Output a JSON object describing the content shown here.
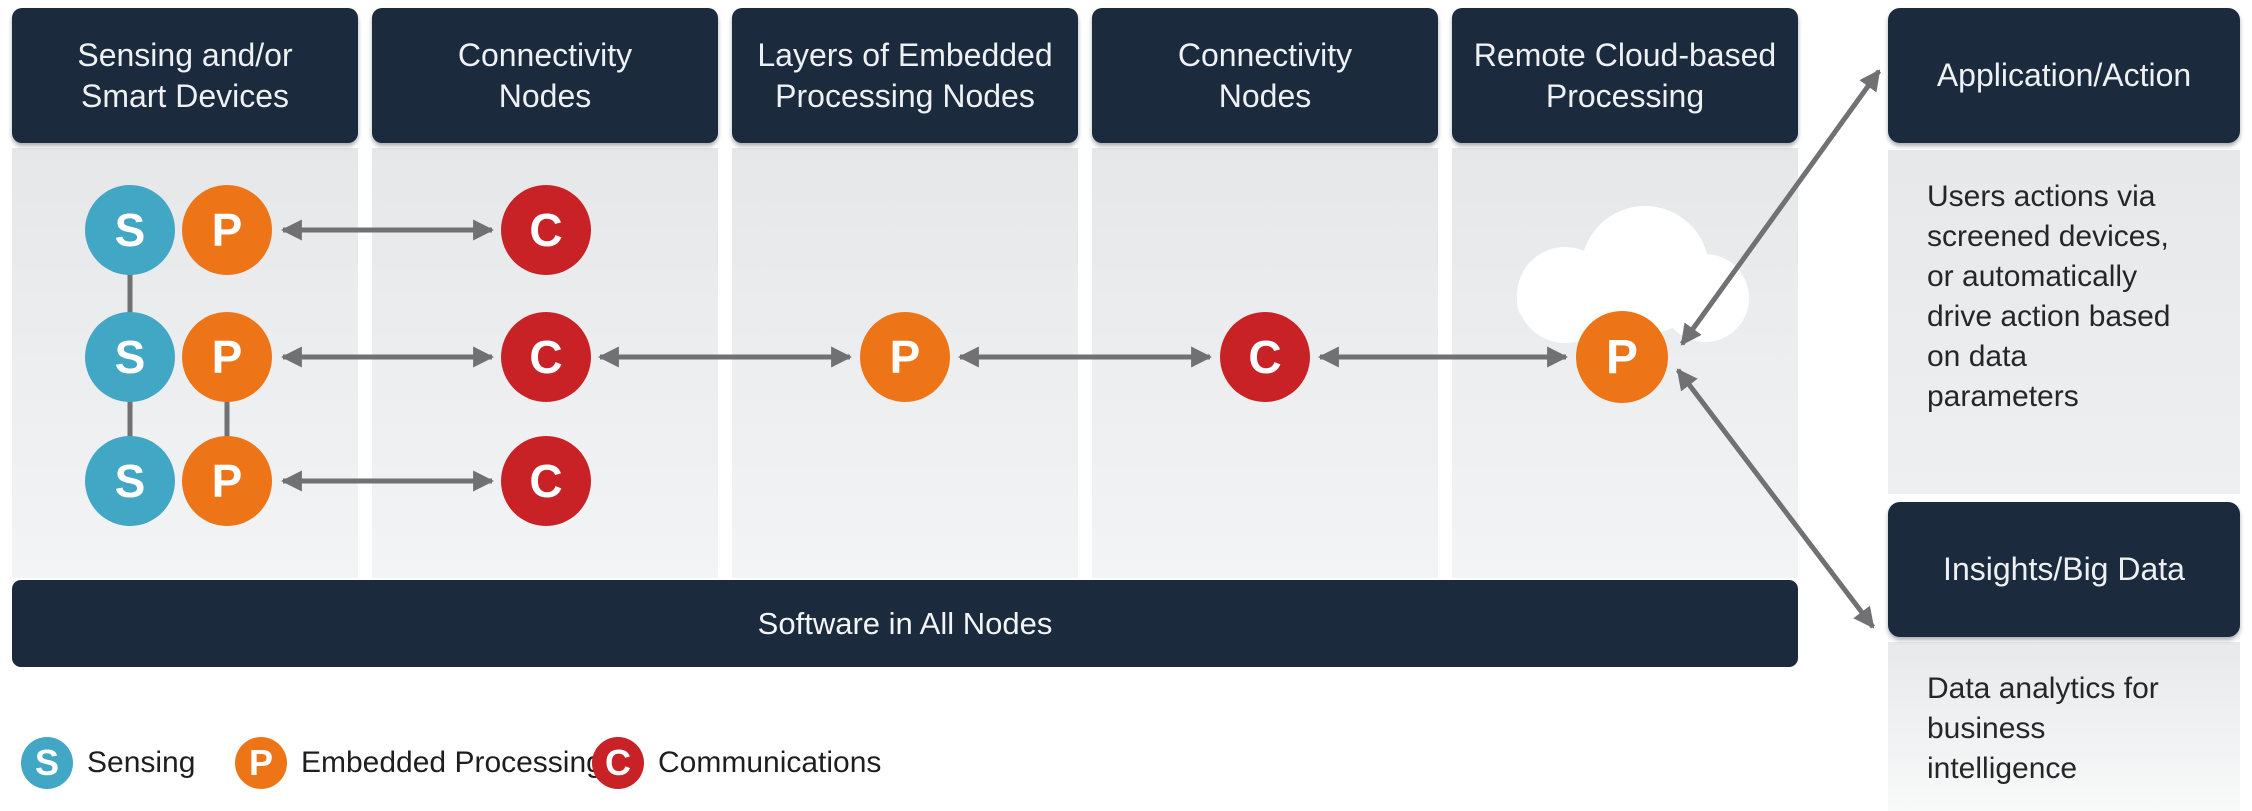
{
  "colors": {
    "header_navy": "#1b2a3c",
    "sensing_blue": "#42a7c5",
    "processing_orange": "#ee7418",
    "communications_red": "#c82227",
    "arrow_gray": "#717174",
    "column_bg": "#e6e8ea"
  },
  "columns": [
    {
      "label": "Sensing and/or\nSmart Devices"
    },
    {
      "label": "Connectivity\nNodes"
    },
    {
      "label": "Layers of Embedded\nProcessing Nodes"
    },
    {
      "label": "Connectivity\nNodes"
    },
    {
      "label": "Remote Cloud-based\nProcessing"
    }
  ],
  "letters": {
    "sensing": "S",
    "embedded_processing": "P",
    "communications": "C"
  },
  "software_bar": {
    "label": "Software in All Nodes"
  },
  "right_panel": {
    "application": {
      "header": "Application/Action",
      "body": "Users actions via\nscreened devices,\nor automatically\ndrive action based\non data\nparameters"
    },
    "insights": {
      "header": "Insights/Big Data",
      "body": "Data analytics for\nbusiness\nintelligence"
    }
  },
  "legend": [
    {
      "letter": "S",
      "label": "Sensing"
    },
    {
      "letter": "P",
      "label": "Embedded Processing"
    },
    {
      "letter": "C",
      "label": "Communications"
    }
  ]
}
